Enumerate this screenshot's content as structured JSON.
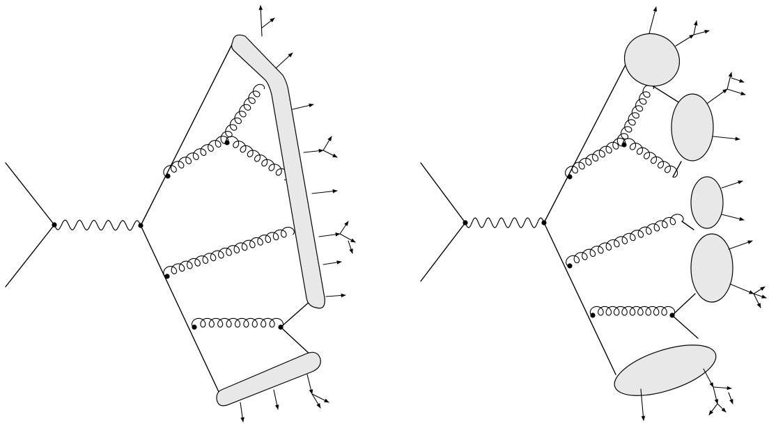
{
  "figure": {
    "panels": [
      {
        "id": "string-fragmentation",
        "hadronization": "string",
        "strings": 2
      },
      {
        "id": "cluster-fragmentation",
        "hadronization": "cluster",
        "clusters": 5
      }
    ],
    "colors": {
      "blob_fill": "#e8e8e8",
      "stroke": "#000000",
      "background": "#ffffff"
    }
  }
}
